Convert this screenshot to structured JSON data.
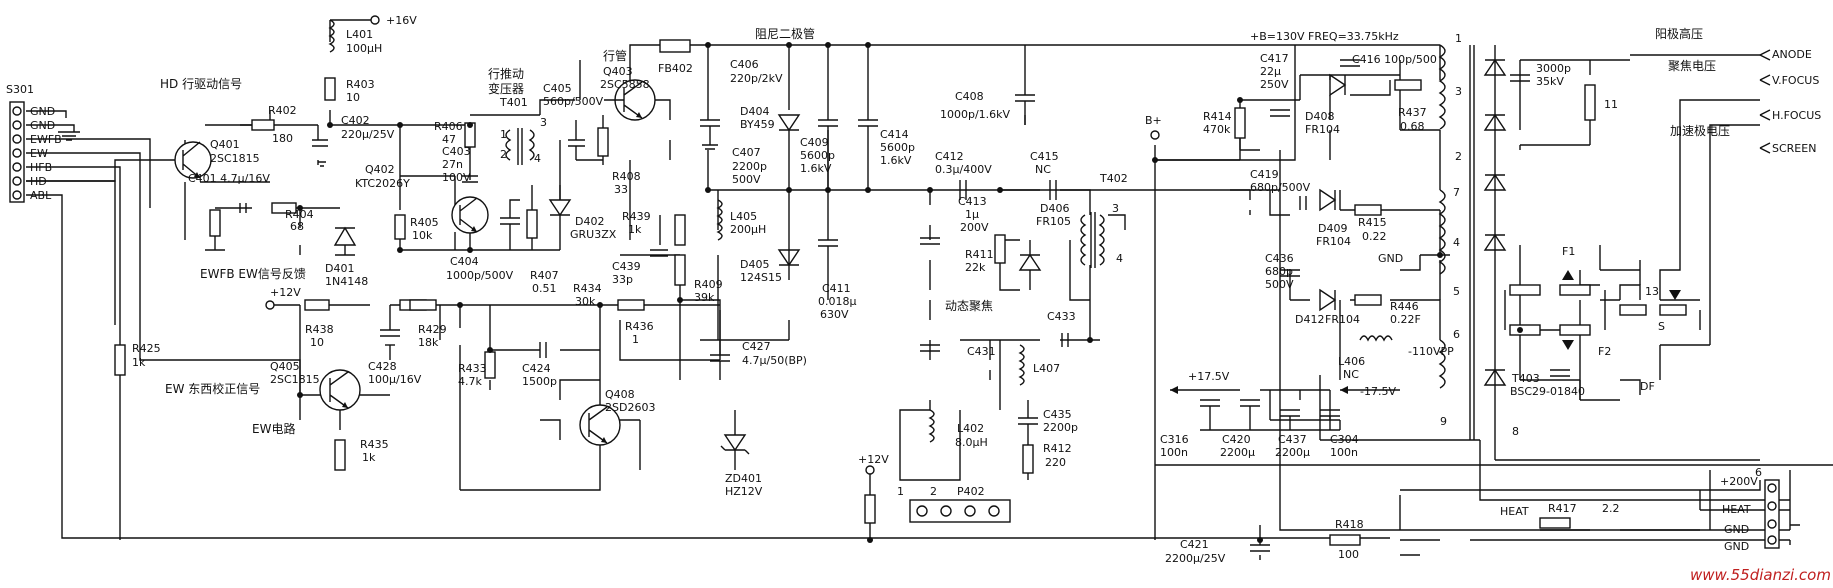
{
  "labels": {
    "s301": "S301",
    "p_gnd1": "GND",
    "p_gnd2": "GND",
    "p_ewfb": "EWFB",
    "p_ew": "EW",
    "p_hfb": "HFB",
    "p_hd": "HD",
    "p_abl": "ABL",
    "hd_drive": "HD 行驱动信号",
    "r402": "R402",
    "r402v": "180",
    "q401": "Q401",
    "q401t": "2SC1815",
    "c401": "C401  4.7μ/16V",
    "r404": "R404",
    "r404v": "68",
    "d401": "D401",
    "d401t": "1N4148",
    "l401": "L401",
    "l401v": "100μH",
    "v16": "+16V",
    "r403": "R403",
    "r403v": "10",
    "c402": "C402",
    "c402v": "220μ/25V",
    "r406": "R406",
    "r406v": "47",
    "c403": "C403",
    "c403v": "27n",
    "c403u": "100V",
    "q402": "Q402",
    "q402t": "KTC2026Y",
    "r405": "R405",
    "r405v": "10k",
    "c404": "C404",
    "c404v": "1000p/500V",
    "r407": "R407",
    "r407v": "0.51",
    "drv_t1": "行推动",
    "drv_t2": "变压器",
    "t401": "T401",
    "t401_p1": "1",
    "t401_p2": "2",
    "t401_p3": "3",
    "t401_p4": "4",
    "c405": "C405",
    "c405v": "560p/500V",
    "d402": "D402",
    "d402t": "GRU3ZX",
    "hout": "行管",
    "q403": "Q403",
    "q403t": "2SC5858",
    "fb402": "FB402",
    "r408": "R408",
    "r408v": "33",
    "damper": "阻尼二极管",
    "c406": "C406",
    "c406v": "220p/2kV",
    "d404": "D404",
    "d404t": "BY459",
    "c407": "C407",
    "c407v": "2200p",
    "c407u": "500V",
    "c409": "C409",
    "c409v": "5600p",
    "c409u": "1.6kV",
    "c414": "C414",
    "c414v": "5600p",
    "c414u": "1.6kV",
    "c408": "C408",
    "c408v": "1000p/1.6kV",
    "r439": "R439",
    "r439v": "1k",
    "c439": "C439",
    "c439v": "33p",
    "r409": "R409",
    "r409v": "39k",
    "l405": "L405",
    "l405v": "200μH",
    "d405": "D405",
    "d405t": "124S15",
    "c411": "C411",
    "c411v": "0.018μ",
    "c411u": "630V",
    "c427": "C427",
    "c427v": "4.7μ/50(BP)",
    "zd401": "ZD401",
    "zd401t": "HZ12V",
    "q408": "Q408",
    "q408t": "2SD2603",
    "r434": "R434",
    "r434v": "30k",
    "r436": "R436",
    "r436v": "1",
    "c424": "C424",
    "c424v": "1500p",
    "r433": "R433",
    "r433v": "4.7k",
    "ewfb_lbl": "EWFB EW信号反馈",
    "v12a": "+12V",
    "r438": "R438",
    "r438v": "10",
    "c428": "C428",
    "c428v": "100μ/16V",
    "r429": "R429",
    "r429v": "18k",
    "q405": "Q405",
    "q405t": "2SC1815",
    "r425": "R425",
    "r425v": "1k",
    "ew_corr": "EW 东西校正信号",
    "ew_circ": "EW电路",
    "r435": "R435",
    "r435v": "1k",
    "v12b": "+12V",
    "p402": "P402",
    "p402_1": "1",
    "p402_2": "2",
    "c412": "C412",
    "c412v": "0.3μ/400V",
    "c415": "C415",
    "c415v": "NC",
    "c413": "C413",
    "c413v": "1μ",
    "c413u": "200V",
    "d406": "D406",
    "d406t": "FR105",
    "r411": "R411",
    "r411v": "22k",
    "dyn_focus": "动态聚焦",
    "c431": "C431",
    "l407": "L407",
    "c433": "C433",
    "l402": "L402",
    "l402v": "8.0μH",
    "c435": "C435",
    "c435v": "2200p",
    "r412": "R412",
    "r412v": "220",
    "t402": "T402",
    "t402_3": "3",
    "t402_4": "4",
    "bplus": "B+",
    "bplus_freq": "+B=130V FREQ=33.75kHz",
    "c417": "C417",
    "c417v": "22μ",
    "c417u": "250V",
    "c416": "C416  100p/500",
    "r414": "R414",
    "r414v": "470k",
    "d408": "D408",
    "d408t": "FR104",
    "r437": "R437",
    "r437v": "0.68",
    "c419": "C419",
    "c419v": "680p/500V",
    "d409": "D409",
    "d409t": "FR104",
    "r415": "R415",
    "r415v": "0.22",
    "gnd_mid": "GND",
    "c436": "C436",
    "c436v": "680p",
    "c436u": "500V",
    "d412": "D412",
    "d412t": "FR104",
    "r446": "R446",
    "r446v": "0.22F",
    "m110": "-110VPP",
    "l406": "L406",
    "l406v": "NC",
    "p175": "+17.5V",
    "n175": "-17.5V",
    "c316": "C316",
    "c316v": "100n",
    "c420": "C420",
    "c420v": "2200μ",
    "c437": "C437",
    "c437v": "2200μ",
    "c304": "C304",
    "c304v": "100n",
    "fbt_1": "1",
    "fbt_3": "3",
    "fbt_2": "2",
    "fbt_7": "7",
    "fbt_4": "4",
    "fbt_5": "5",
    "fbt_6": "6",
    "fbt_9": "9",
    "fbt_8": "8",
    "t403": "T403",
    "t403t": "BSC29-01840",
    "anode_cn": "阳极高压",
    "anode": "ANODE",
    "focus_cn": "聚焦电压",
    "vfocus": "V.FOCUS",
    "hfocus": "H.FOCUS",
    "accel_cn": "加速极电压",
    "screen": "SCREEN",
    "c3000": "3000p",
    "c3000v": "35kV",
    "n11": "11",
    "f1": "F1",
    "f2": "F2",
    "n13": "13",
    "s": "S",
    "df": "DF",
    "v200": "+200V",
    "n6": "6",
    "heat_r": "HEAT",
    "gnd_r1": "GND",
    "gnd_r2": "GND",
    "heat": "HEAT",
    "r417": "R417",
    "r417v": "2.2",
    "r418": "R418",
    "r418v": "100",
    "c421": "C421",
    "c421v": "2200μ/25V",
    "watermark": "www.55dianzi.com"
  }
}
